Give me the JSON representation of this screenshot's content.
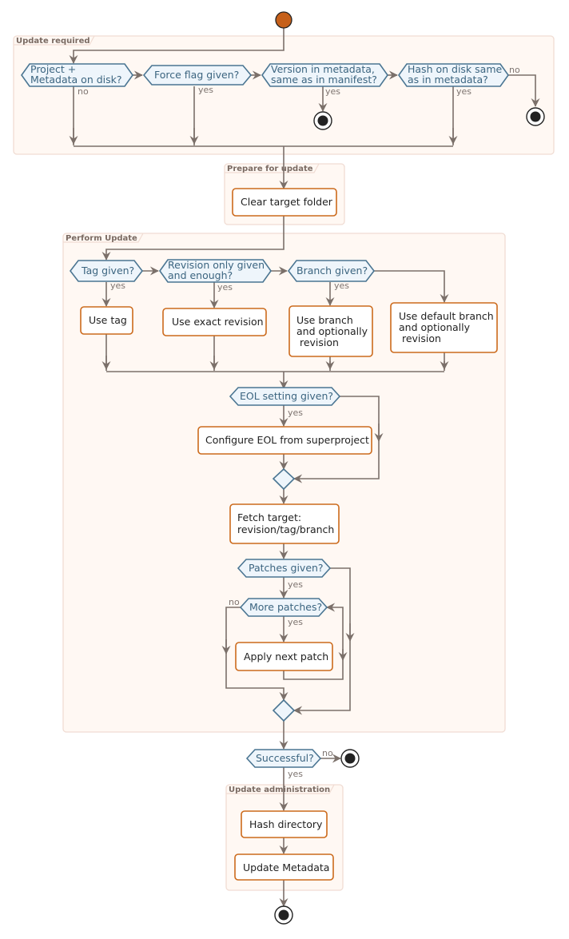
{
  "partitions": {
    "update_required": "Update required",
    "prepare": "Prepare for update",
    "perform": "Perform Update",
    "admin": "Update administration"
  },
  "decisions": {
    "project_metadata": [
      "Project +",
      "Metadata on disk?"
    ],
    "force_flag": [
      "Force flag given?"
    ],
    "version_meta": [
      "Version in metadata,",
      "same as in manifest?"
    ],
    "hash_disk": [
      "Hash on disk same",
      "as in metadata?"
    ],
    "tag_given": [
      "Tag given?"
    ],
    "revision_only": [
      "Revision only given",
      "and enough?"
    ],
    "branch_given": [
      "Branch given?"
    ],
    "eol_given": [
      "EOL setting given?"
    ],
    "patches_given": [
      "Patches given?"
    ],
    "more_patches": [
      "More patches?"
    ],
    "successful": [
      "Successful?"
    ]
  },
  "actions": {
    "clear_target": [
      "Clear target folder"
    ],
    "use_tag": [
      "Use tag"
    ],
    "use_exact": [
      "Use exact revision"
    ],
    "use_branch": [
      "Use branch",
      "and optionally",
      " revision"
    ],
    "use_default": [
      "Use default branch",
      "and optionally",
      " revision"
    ],
    "configure_eol": [
      "Configure EOL from superproject"
    ],
    "fetch_target": [
      "Fetch target:",
      "revision/tag/branch"
    ],
    "apply_patch": [
      "Apply next patch"
    ],
    "hash_dir": [
      "Hash directory"
    ],
    "update_meta": [
      "Update Metadata"
    ]
  },
  "labels": {
    "yes": "yes",
    "no": "no"
  },
  "colors": {
    "start_fill": "#c6601a",
    "action_border": "#cc6a1c",
    "decision_fill": "#eef5fb",
    "decision_border": "#4a7592",
    "partition_fill": "#fff8f3",
    "line": "#7b706a"
  }
}
